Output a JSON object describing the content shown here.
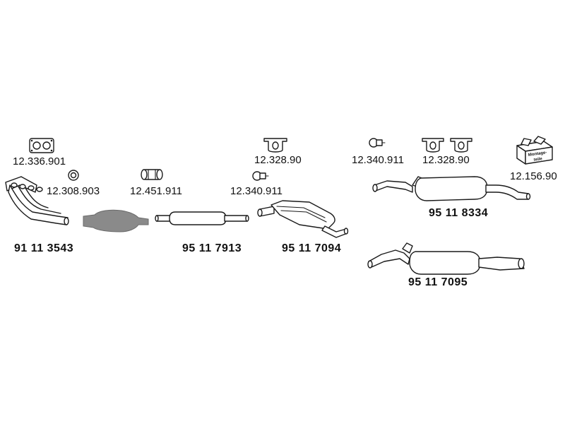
{
  "parts": {
    "gasket": {
      "number": "12.336.901",
      "icon": "gasket-icon"
    },
    "seal_ring": {
      "number": "12.308.903",
      "icon": "seal-ring-icon"
    },
    "front_pipe": {
      "number": "91 11 3543",
      "icon": "front-pipe-icon"
    },
    "catalytic_converter": {
      "icon": "catalytic-converter-icon"
    },
    "clamp_front": {
      "number": "12.451.911",
      "icon": "clamp-icon"
    },
    "middle_silencer": {
      "number": "95 11 7913",
      "icon": "middle-silencer-icon"
    },
    "hanger_mid": {
      "number": "12.328.90",
      "icon": "rubber-hanger-icon"
    },
    "clamp_mid": {
      "number": "12.340.911",
      "icon": "pipe-clamp-icon"
    },
    "center_silencer": {
      "number": "95 11 7094",
      "icon": "center-silencer-icon"
    },
    "clamp_rear": {
      "number": "12.340.911",
      "icon": "pipe-clamp-icon"
    },
    "hanger_rear": {
      "number": "12.328.90",
      "icon": "rubber-hanger-icon"
    },
    "mounting_kit": {
      "number": "12.156.90",
      "text": "Montage-\nteile",
      "icon": "mounting-kit-box-icon"
    },
    "rear_silencer_a": {
      "number": "95 11 8334",
      "icon": "rear-silencer-icon"
    },
    "rear_silencer_b": {
      "number": "95 11 7095",
      "icon": "rear-silencer-icon"
    }
  },
  "colors": {
    "line": "#1a1a1a",
    "converter_fill": "#8a8a8a",
    "background": "#ffffff"
  }
}
